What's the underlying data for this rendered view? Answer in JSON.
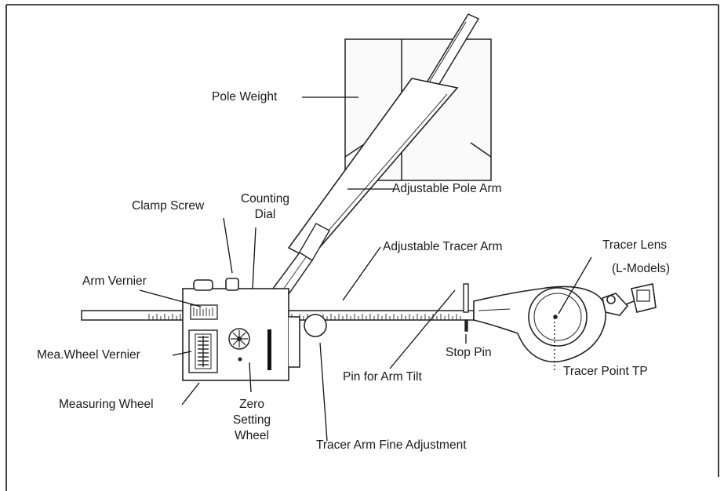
{
  "figure": {
    "labels": {
      "pole_weight": "Pole Weight",
      "counting_dial_line1": "Counting",
      "counting_dial_line2": "Dial",
      "clamp_screw": "Clamp Screw",
      "adjustable_pole_arm": "Adjustable Pole Arm",
      "adjustable_tracer_arm": "Adjustable Tracer Arm",
      "tracer_lens_line1": "Tracer Lens",
      "tracer_lens_line2": "(L-Models)",
      "arm_vernier": "Arm Vernier",
      "mea_wheel_vernier": "Mea.Wheel Vernier",
      "measuring_wheel": "Measuring Wheel",
      "zero_setting_line1": "Zero",
      "zero_setting_line2": "Setting",
      "zero_setting_line3": "Wheel",
      "stop_pin": "Stop Pin",
      "pin_for_arm_tilt": "Pin for Arm Tilt",
      "tracer_point": "Tracer Point TP",
      "tracer_arm_fine_adjustment": "Tracer Arm Fine Adjustment"
    }
  }
}
